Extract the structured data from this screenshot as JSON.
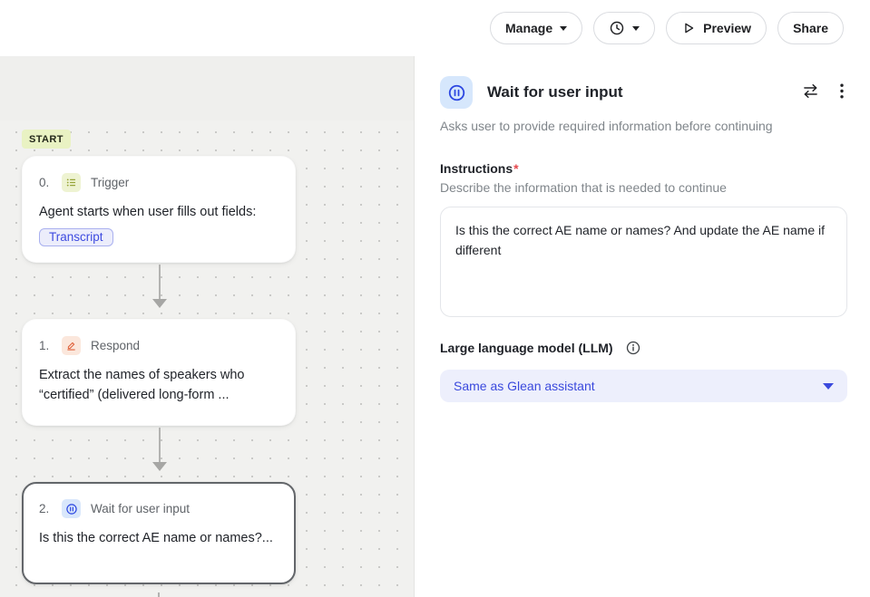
{
  "topbar": {
    "manage_label": "Manage",
    "preview_label": "Preview",
    "share_label": "Share"
  },
  "canvas": {
    "start_badge": "START",
    "nodes": [
      {
        "index": "0.",
        "type": "Trigger",
        "body": "Agent starts when user fills out fields:",
        "chip": "Transcript",
        "icon": "list-icon"
      },
      {
        "index": "1.",
        "type": "Respond",
        "body": "Extract the names of speakers who “certified” (delivered long-form ...",
        "icon": "pen-icon"
      },
      {
        "index": "2.",
        "type": "Wait for user input",
        "body": "Is this the correct AE name or names?...",
        "icon": "pause-circle-icon",
        "selected": true
      }
    ]
  },
  "panel": {
    "title": "Wait for user input",
    "subtitle": "Asks user to provide required information before continuing",
    "instructions": {
      "label": "Instructions",
      "required_mark": "*",
      "helper": "Describe the information that is needed to continue",
      "value": "Is this the correct AE name or names? And update the AE name if different"
    },
    "llm": {
      "label": "Large language model (LLM)",
      "selected_option": "Same as Glean assistant"
    }
  },
  "colors": {
    "accent_blue": "#3a49dd",
    "wait_icon_bg": "#d6e7fc",
    "trigger_icon_bg": "#eef3d2",
    "trigger_glyph": "#96a437",
    "respond_icon_bg": "#fbe7dc",
    "respond_glyph": "#df5f38",
    "start_badge_bg": "#e9f2c3",
    "chip_bg": "#ecedfb",
    "chip_border": "#a9b0ef",
    "select_bg": "#edeffc",
    "required": "#e5484d",
    "canvas_bg": "#f1f1ef",
    "selected_node_border": "#63666a"
  }
}
